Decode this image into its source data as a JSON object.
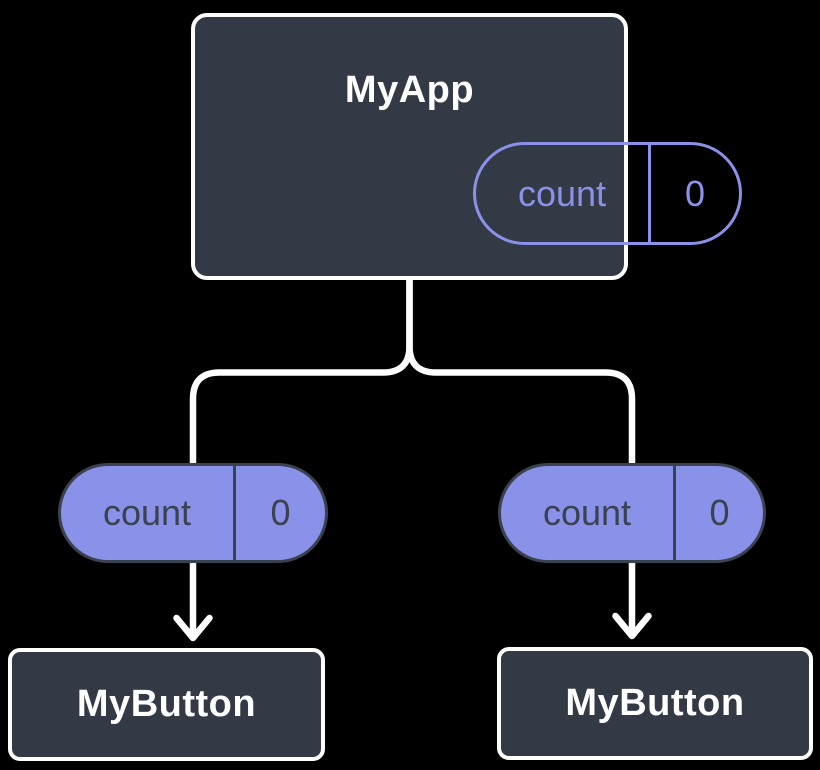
{
  "colors": {
    "background": "#000000",
    "node_fill": "#333a46",
    "node_border": "#ffffff",
    "node_text": "#ffffff",
    "accent_purple": "#8a91e8",
    "pill_dark": "#3a4250",
    "connector": "#ffffff"
  },
  "tree": {
    "root": {
      "title": "MyApp",
      "state": {
        "name": "count",
        "value": "0"
      }
    },
    "children": [
      {
        "prop": {
          "name": "count",
          "value": "0"
        },
        "title": "MyButton"
      },
      {
        "prop": {
          "name": "count",
          "value": "0"
        },
        "title": "MyButton"
      }
    ]
  }
}
